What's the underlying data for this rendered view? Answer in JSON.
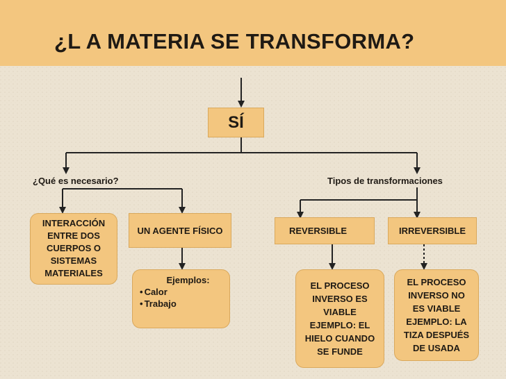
{
  "title": "¿L A MATERIA SE TRANSFORMA?",
  "answer": "SÍ",
  "left_branch": {
    "label": "¿Qué es necesario?",
    "interaccion": "INTERACCIÓN\nENTRE DOS\nCUERPOS O\nSISTEMAS\nMATERIALES",
    "agente": "UN AGENTE FÍSICO",
    "ejemplos": {
      "title": "Ejemplos:",
      "items": [
        "Calor",
        "Trabajo"
      ]
    }
  },
  "right_branch": {
    "label": "Tipos de transformaciones",
    "reversible": {
      "label": "REVERSIBLE",
      "description": "EL PROCESO\nINVERSO ES\nVIABLE\nEJEMPLO: EL\nHIELO CUANDO\nSE FUNDE"
    },
    "irreversible": {
      "label": "IRREVERSIBLE",
      "description": "EL PROCESO\nINVERSO NO\nES VIABLE\nEJEMPLO:  LA\nTIZA  DESPUÉS\nDE USADA"
    }
  },
  "colors": {
    "background": "#ece3d2",
    "box_fill": "#f3c67f",
    "text": "#1f1a14",
    "connector": "#222222"
  }
}
